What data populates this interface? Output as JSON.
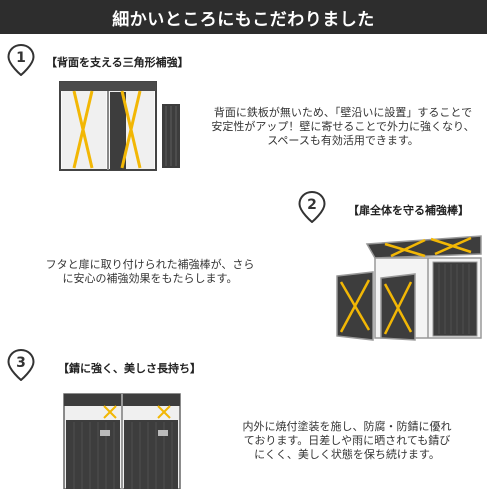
{
  "header": {
    "title": "細かいところにもこだわりました"
  },
  "sections": [
    {
      "number": "1",
      "title": "【背面を支える三角形補強】",
      "desc": [
        "背面に鉄板が無いため、「壁沿いに設置」することで",
        "安定性がアップ！壁に寄せることで外力に強くなり、",
        "スペースも有効活用できます。"
      ]
    },
    {
      "number": "2",
      "title": "【扉全体を守る補強棒】",
      "desc": [
        "フタと扉に取り付けられた補強棒が、さら",
        "に安心の補強効果をもたらします。"
      ]
    },
    {
      "number": "3",
      "title": "【錆に強く、美しさ長持ち】",
      "desc": [
        "内外に焼付塗装を施し、防腐・防錆に優れ",
        "ております。日差しや雨に晒されても錆び",
        "にくく、美しく状態を保ち続けます。"
      ]
    }
  ],
  "colors": {
    "banner": "#2d2d2d",
    "accent": "#f2b705",
    "panel": "#3d3d3d",
    "frame": "#9a9a9a"
  }
}
